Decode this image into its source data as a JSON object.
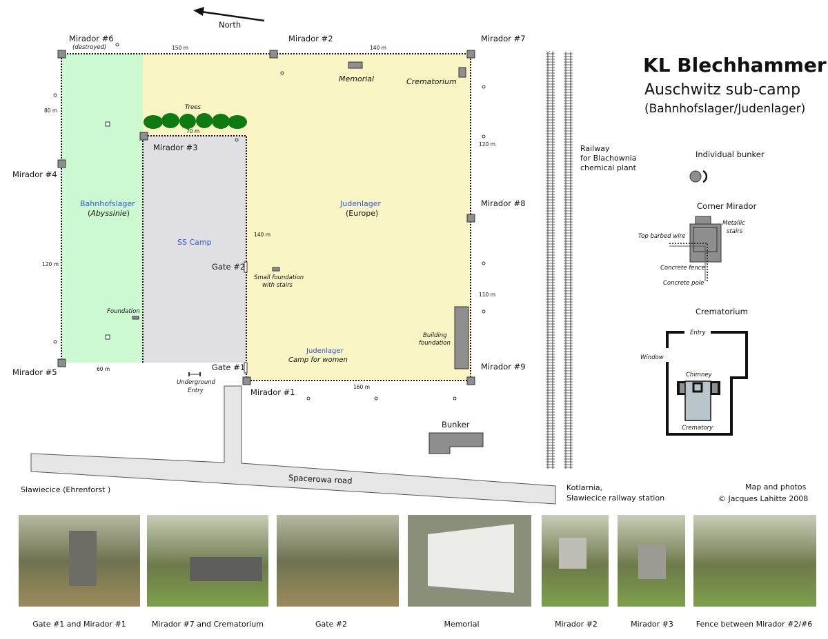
{
  "title": {
    "main": "KL Blechhammer",
    "sub1": "Auschwitz sub-camp",
    "sub2": "(Bahnhofslager/Judenlager)"
  },
  "north_label": "North",
  "miradors": {
    "m1": "Mirador #1",
    "m2": "Mirador #2",
    "m3": "Mirador #3",
    "m4": "Mirador #4",
    "m5": "Mirador #5",
    "m6": "Mirador #6",
    "m6_note": "(destroyed)",
    "m7": "Mirador #7",
    "m8": "Mirador #8",
    "m9": "Mirador #9"
  },
  "distances": {
    "top_left": "150 m",
    "top_right": "140 m",
    "left_top": "80 m",
    "left_bottom": "120 m",
    "trees": "70 m",
    "ss_east": "140 m",
    "right_top": "120 m",
    "right_bottom": "110 m",
    "bottom_left": "60 m",
    "bottom_right": "160 m"
  },
  "zones": {
    "bahnhofslager": "Bahnhofslager",
    "bahnhofslager_alt_open": "(",
    "bahnhofslager_alt": "Abyssinie",
    "bahnhofslager_alt_close": ")",
    "ss_camp": "SS Camp",
    "judenlager": "Judenlager",
    "judenlager_alt": "(Europe)",
    "judenlager_women": "Judenlager",
    "judenlager_women_sub": "Camp for women"
  },
  "features": {
    "trees": "Trees",
    "memorial": "Memorial",
    "crematorium": "Crematorium",
    "gate1": "Gate #1",
    "gate2": "Gate #2",
    "small_foundation_1": "Small foundation",
    "small_foundation_2": "with stairs",
    "foundation": "Foundation",
    "building_foundation_1": "Building",
    "building_foundation_2": "foundation",
    "underground_1": "Underground",
    "underground_2": "Entry",
    "bunker": "Bunker",
    "railway_1": "Railway",
    "railway_2": "for Blachownia",
    "railway_3": "chemical plant",
    "road": "Spacerowa road",
    "slawiecice": "Sławiecice (Ehrenforst )",
    "kotlarnia_1": "Kotlarnia,",
    "kotlarnia_2": "Sławiecice railway station"
  },
  "legend": {
    "bunker_title": "Individual bunker",
    "mirador_title": "Corner Mirador",
    "metallic_1": "Metallic",
    "metallic_2": "stairs",
    "barbed": "Top barbed wire",
    "fence": "Concrete fence",
    "pole": "Concrete pole",
    "crem_title": "Crematorium",
    "entry": "Entry",
    "window": "Window",
    "chimney": "Chimney",
    "crematory": "Crematory"
  },
  "credits": {
    "line1": "Map and photos",
    "line2": "© Jacques Lahitte 2008"
  },
  "photos": [
    {
      "caption": "Gate #1 and Mirador #1"
    },
    {
      "caption": "Mirador #7 and Crematorium"
    },
    {
      "caption": "Gate #2"
    },
    {
      "caption": "Memorial"
    },
    {
      "caption": "Mirador #2"
    },
    {
      "caption": "Mirador #3"
    },
    {
      "caption": "Fence between Mirador #2/#6"
    }
  ],
  "colors": {
    "green_zone": "#ccf9d0",
    "yellow_zone": "#f8f4c3",
    "ss_zone": "#e0e0e2",
    "label_blue": "#2a56d6"
  }
}
